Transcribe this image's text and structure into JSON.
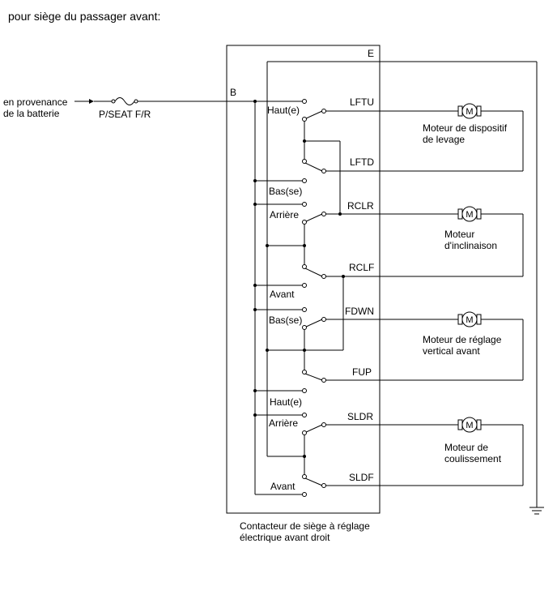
{
  "title": "pour siège du passager avant:",
  "source": {
    "line1": "en provenance",
    "line2": "de la batterie"
  },
  "fuse": "P/SEAT F/R",
  "terminals": {
    "b": "B",
    "e": "E"
  },
  "switch_name": {
    "line1": "Contacteur de siège à réglage",
    "line2": "électrique avant droit"
  },
  "positions": {
    "lifter_up": "Haut(e)",
    "lifter_down": "Bas(se)",
    "recline_rear": "Arrière",
    "recline_front": "Avant",
    "vertical_down": "Bas(se)",
    "vertical_up": "Haut(e)",
    "slide_rear": "Arrière",
    "slide_front": "Avant"
  },
  "outputs": {
    "lftu": "LFTU",
    "lftd": "LFTD",
    "rclr": "RCLR",
    "rclf": "RCLF",
    "fdwn": "FDWN",
    "fup": "FUP",
    "sldr": "SLDR",
    "sldf": "SLDF"
  },
  "motor_symbol": "M",
  "motors": {
    "lifter": {
      "line1": "Moteur de dispositif",
      "line2": "de levage"
    },
    "recline": {
      "line1": "Moteur",
      "line2": "d'inclinaison"
    },
    "vertical": {
      "line1": "Moteur de réglage",
      "line2": "vertical avant"
    },
    "slide": {
      "line1": "Moteur de",
      "line2": "coulissement"
    }
  }
}
